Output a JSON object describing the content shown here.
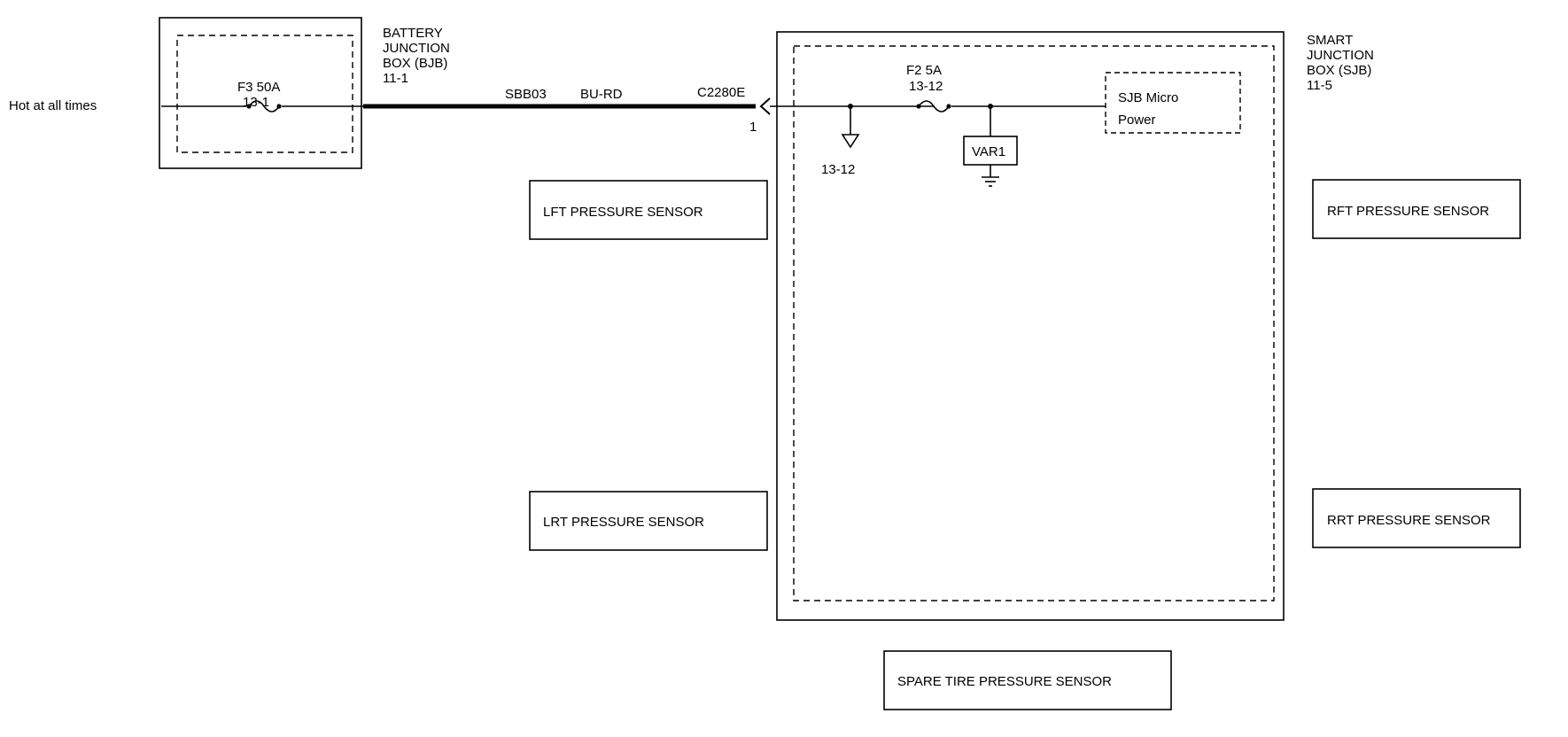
{
  "diagram": {
    "hot_label": "Hot at all times",
    "bjb": {
      "title_lines": [
        "BATTERY",
        "JUNCTION",
        "BOX (BJB)",
        "11-1"
      ],
      "fuse_label": "F3  50A",
      "fuse_ref": "13-1"
    },
    "wire": {
      "circuit": "SBB03",
      "color": "BU-RD",
      "connector": "C2280E",
      "pin": "1"
    },
    "sjb": {
      "title_lines": [
        "SMART",
        "JUNCTION",
        "BOX (SJB)",
        "11-5"
      ],
      "fuse_label": "F2  5A",
      "fuse_ref": "13-12",
      "splice_ref": "13-12",
      "var_label": "VAR1",
      "micro_lines": [
        "SJB Micro",
        "Power"
      ]
    },
    "sensors": {
      "lft": "LFT PRESSURE SENSOR",
      "rft": "RFT PRESSURE SENSOR",
      "lrt": "LRT PRESSURE SENSOR",
      "rrt": "RRT PRESSURE SENSOR",
      "spare": "SPARE TIRE PRESSURE SENSOR"
    }
  }
}
